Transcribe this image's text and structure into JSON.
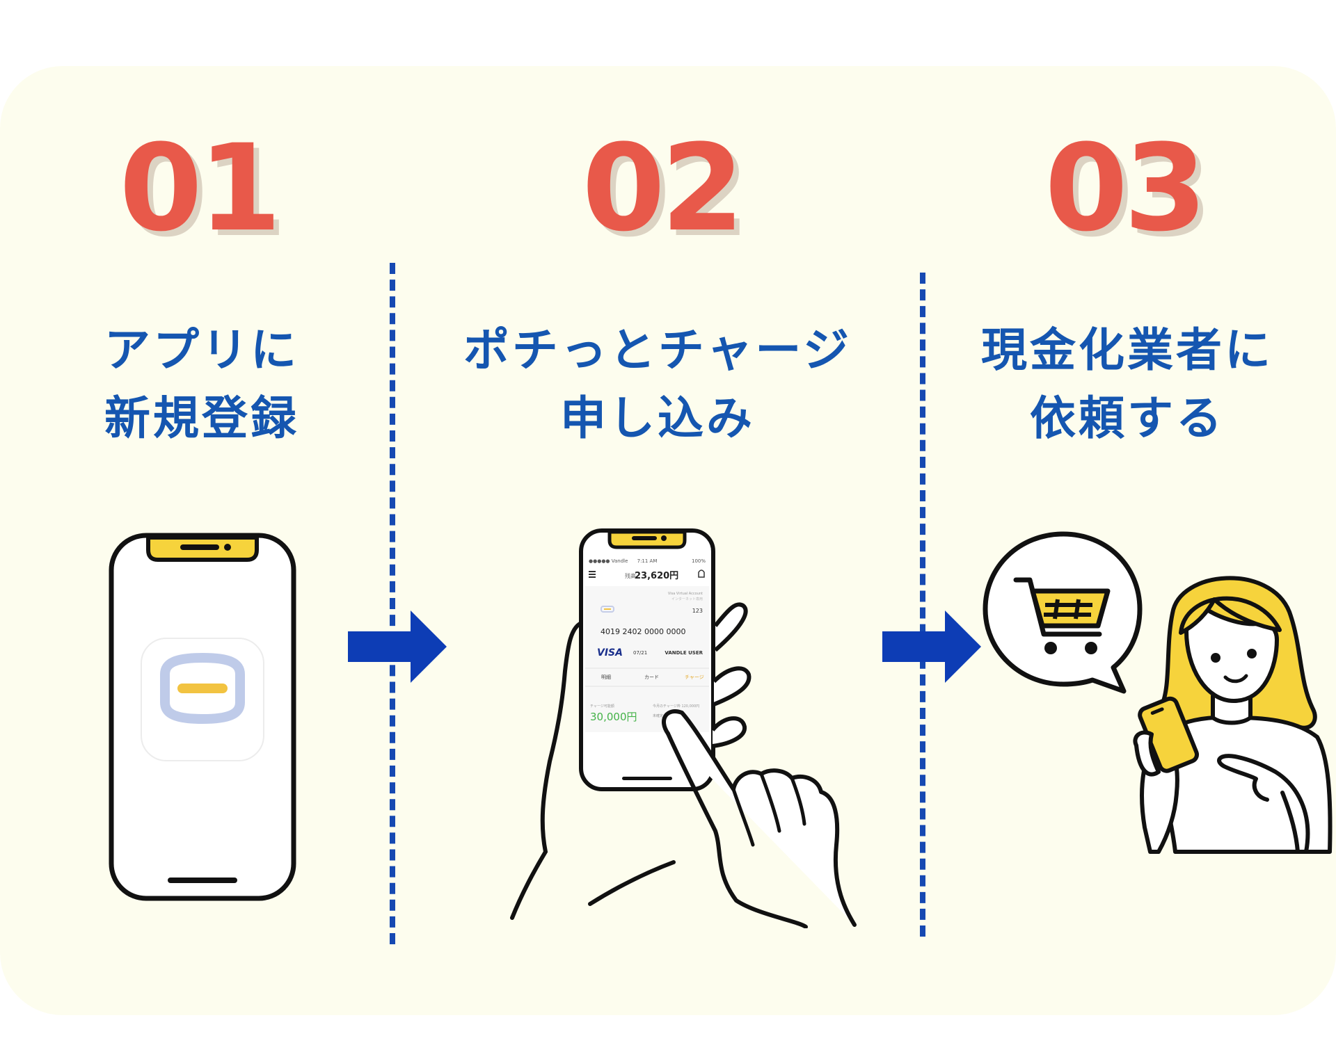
{
  "steps": [
    {
      "number": "01",
      "title_lines": [
        "アプリに",
        "新規登録"
      ]
    },
    {
      "number": "02",
      "title_lines": [
        "ポチっとチャージ",
        "申し込み"
      ]
    },
    {
      "number": "03",
      "title_lines": [
        "現金化業者に",
        "依頼する"
      ]
    }
  ],
  "colors": {
    "panel_bg": "#fdfdee",
    "number": "#e8594a",
    "title": "#1556b0",
    "divider": "#1649b2",
    "arrow": "#0d3db5",
    "accent_yellow": "#f6d33c"
  },
  "phone_screen": {
    "carrier": "●●●●● Vandle",
    "time": "7:11 AM",
    "battery": "100%",
    "balance_label": "残高",
    "balance": "23,620円",
    "card_brand_label": "Visa Virtual Account",
    "card_sub_label": "インターネット専用",
    "cvc": "123",
    "card_number": "4019 2402 0000 0000",
    "card_brand": "VISA",
    "expiry": "07/21",
    "card_holder": "VANDLE USER",
    "tab_history": "明細",
    "tab_card": "カード",
    "tab_charge": "チャージ",
    "charge_available_label": "チャージ可能額",
    "charge_available": "30,000円",
    "monthly_limit_label": "今月のチャージ枠 120,000円",
    "unpaid_label": "未確定の支払い"
  },
  "icons": [
    "app-icon",
    "smartphone-icon",
    "hand-icon",
    "arrow-right-icon",
    "shopping-cart-icon",
    "speech-bubble-icon",
    "woman-with-phone-icon"
  ]
}
